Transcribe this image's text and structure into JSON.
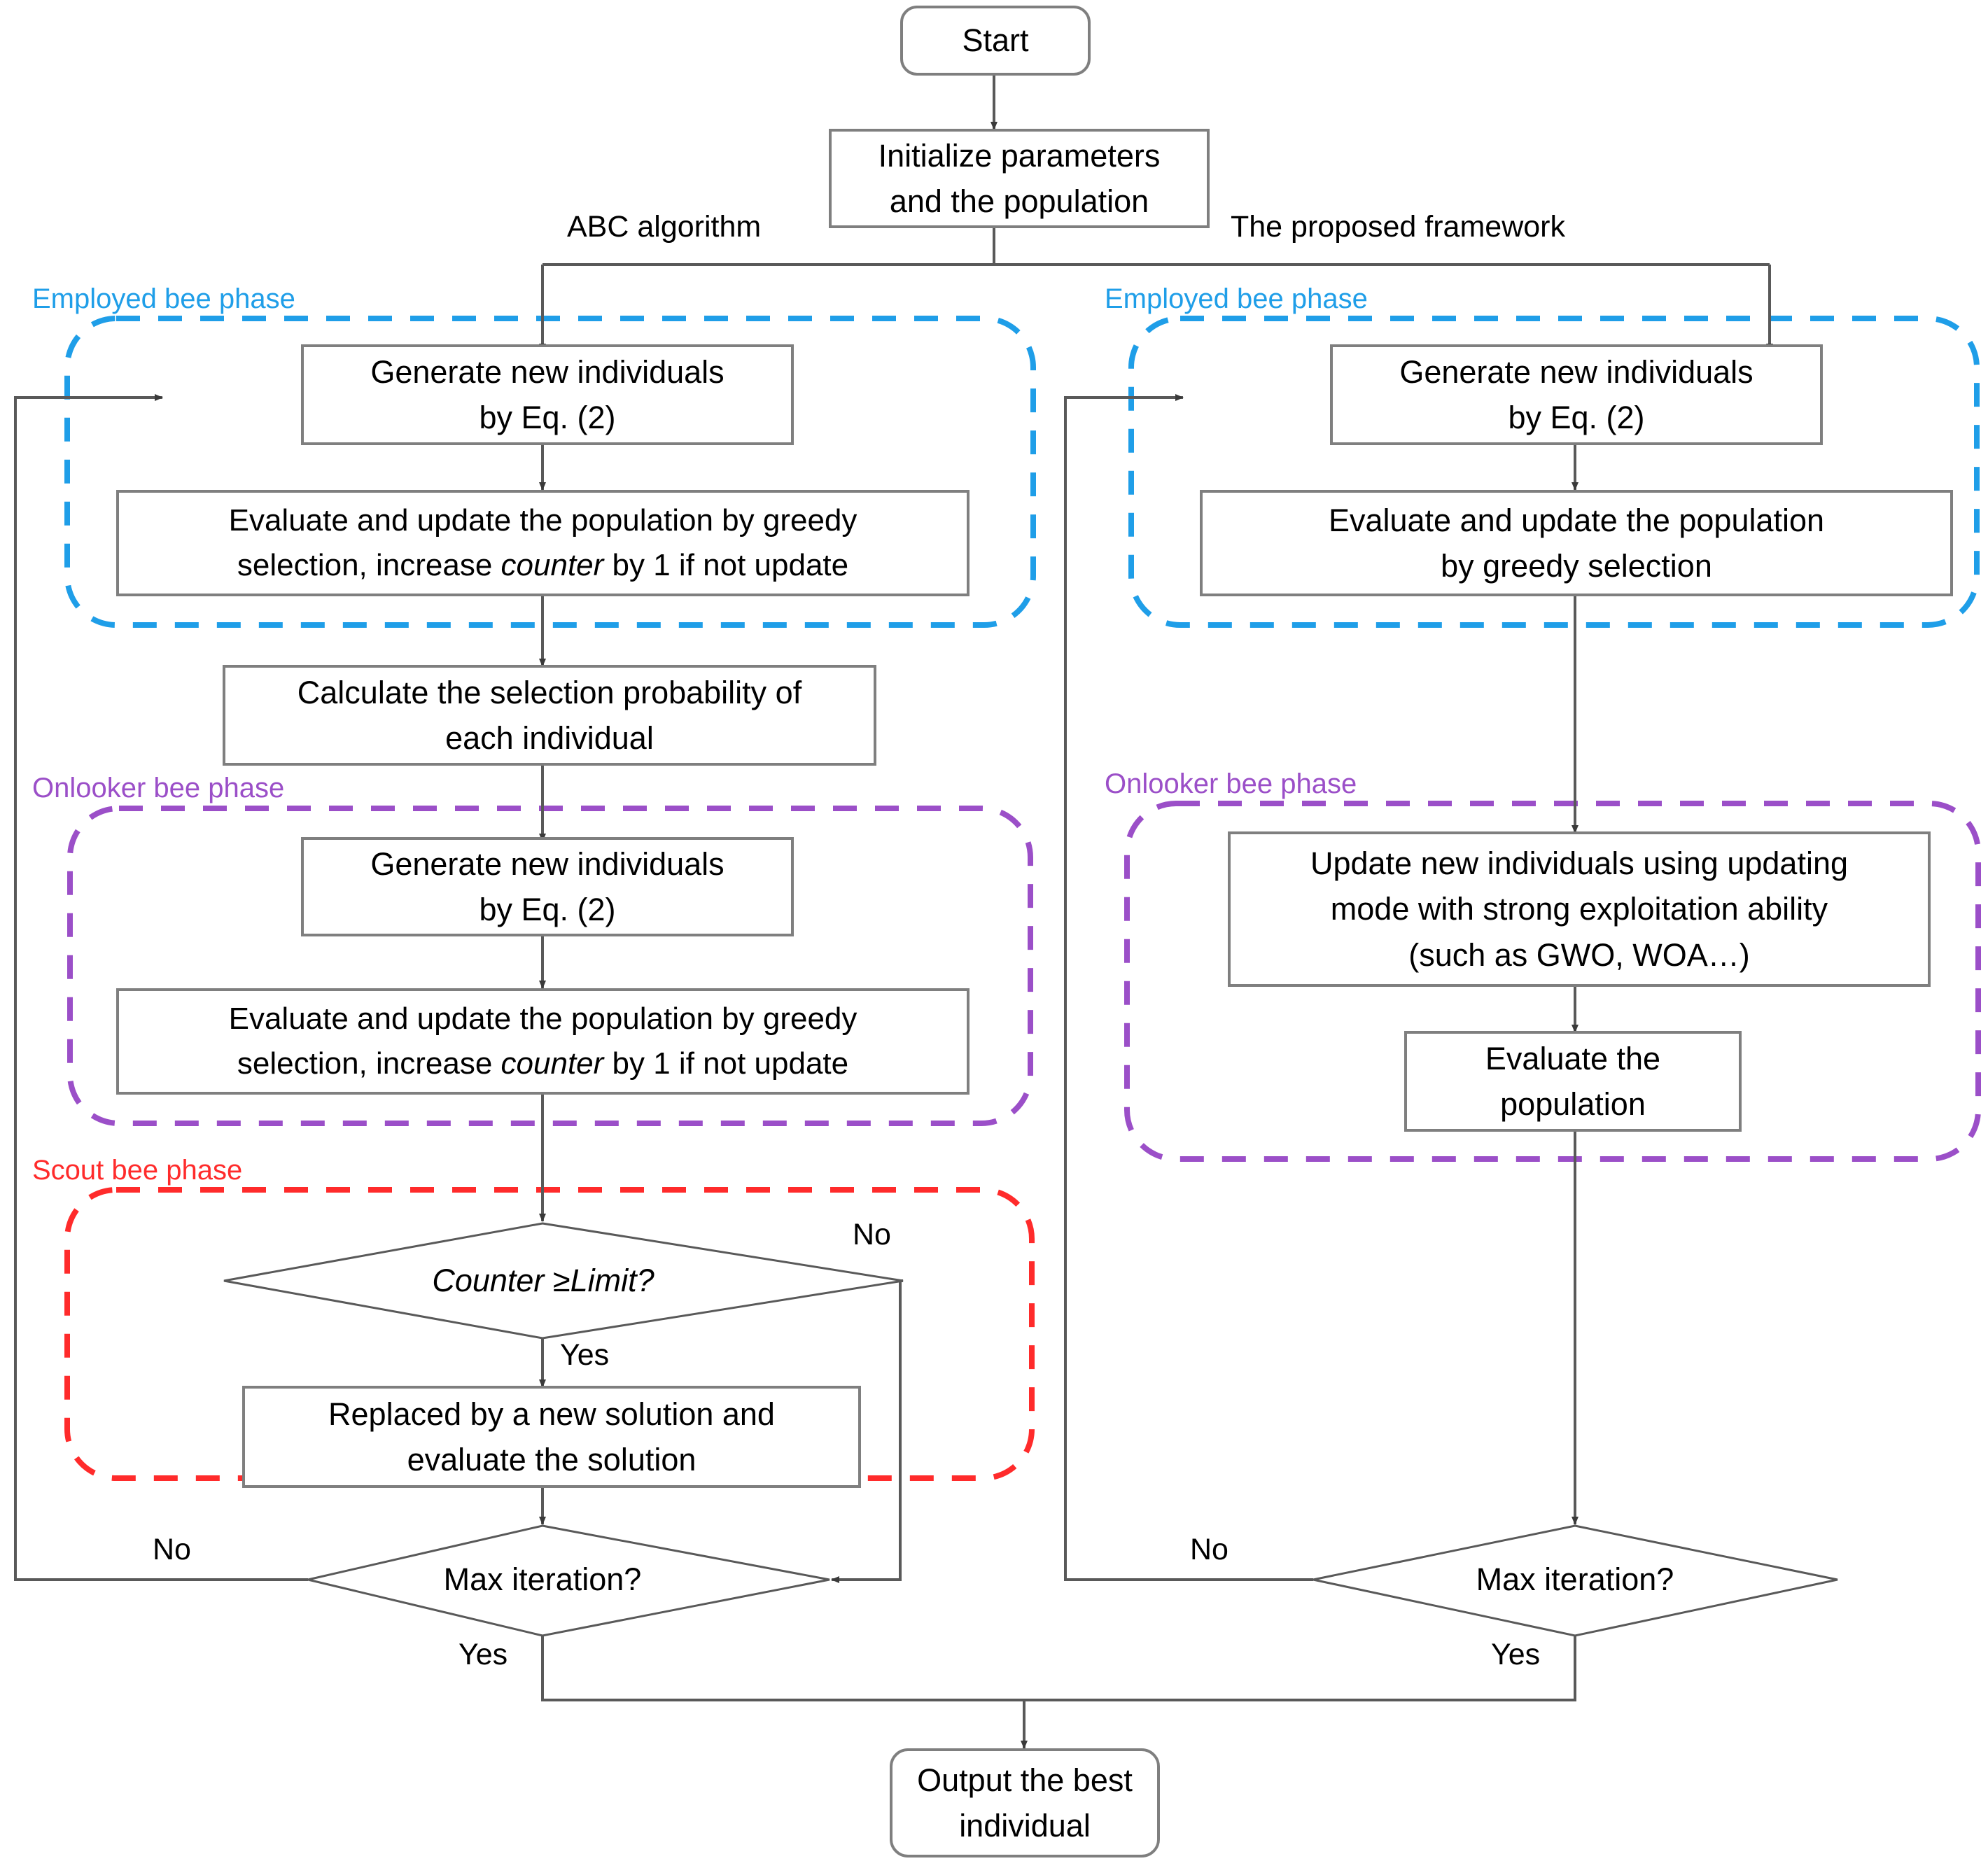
{
  "diagram": {
    "title": "ABC algorithm versus the proposed framework flowchart",
    "colors": {
      "employed_phase": "#1f9ee8",
      "onlooker_phase": "#9b4fc8",
      "scout_phase": "#ff2b2b",
      "node_stroke": "#7f7f7f",
      "connector": "#595959",
      "text": "#000000"
    },
    "nodes": {
      "start": "Start",
      "initialize": "Initialize parameters\nand the population",
      "left_employed_generate": "Generate new individuals\nby Eq. (2)",
      "left_employed_evaluate_pre": "Evaluate and update the population by greedy\nselection, increase ",
      "left_employed_evaluate_ital": "counter",
      "left_employed_evaluate_post": " by 1 if not update",
      "calc_probability": "Calculate the selection probability of\neach individual",
      "left_onlooker_generate": "Generate new individuals\nby Eq. (2)",
      "left_onlooker_evaluate_pre": "Evaluate and update the population by greedy\nselection, increase ",
      "left_onlooker_evaluate_ital": "counter",
      "left_onlooker_evaluate_post": " by 1 if not update",
      "counter_limit_decision": "Counter ≥Limit?",
      "replaced_solution": "Replaced by a new solution and\nevaluate the solution",
      "left_max_iteration": "Max iteration?",
      "right_employed_generate": "Generate new individuals\nby Eq. (2)",
      "right_employed_evaluate": "Evaluate and update the population\nby greedy selection",
      "right_onlooker_update": "Update new individuals using updating\nmode with strong exploitation ability\n(such as GWO, WOA…)",
      "right_onlooker_evaluate": "Evaluate the\npopulation",
      "right_max_iteration": "Max iteration?",
      "output": "Output the best\nindividual"
    },
    "branch_labels": {
      "left_branch": "ABC algorithm",
      "right_branch": "The proposed framework"
    },
    "phase_labels": {
      "left_employed": "Employed bee phase",
      "left_onlooker": "Onlooker bee phase",
      "left_scout": "Scout bee phase",
      "right_employed": "Employed bee phase",
      "right_onlooker": "Onlooker bee phase"
    },
    "edge_labels": {
      "counter_no": "No",
      "counter_yes": "Yes",
      "left_max_no": "No",
      "left_max_yes": "Yes",
      "right_max_no": "No",
      "right_max_yes": "Yes"
    }
  }
}
